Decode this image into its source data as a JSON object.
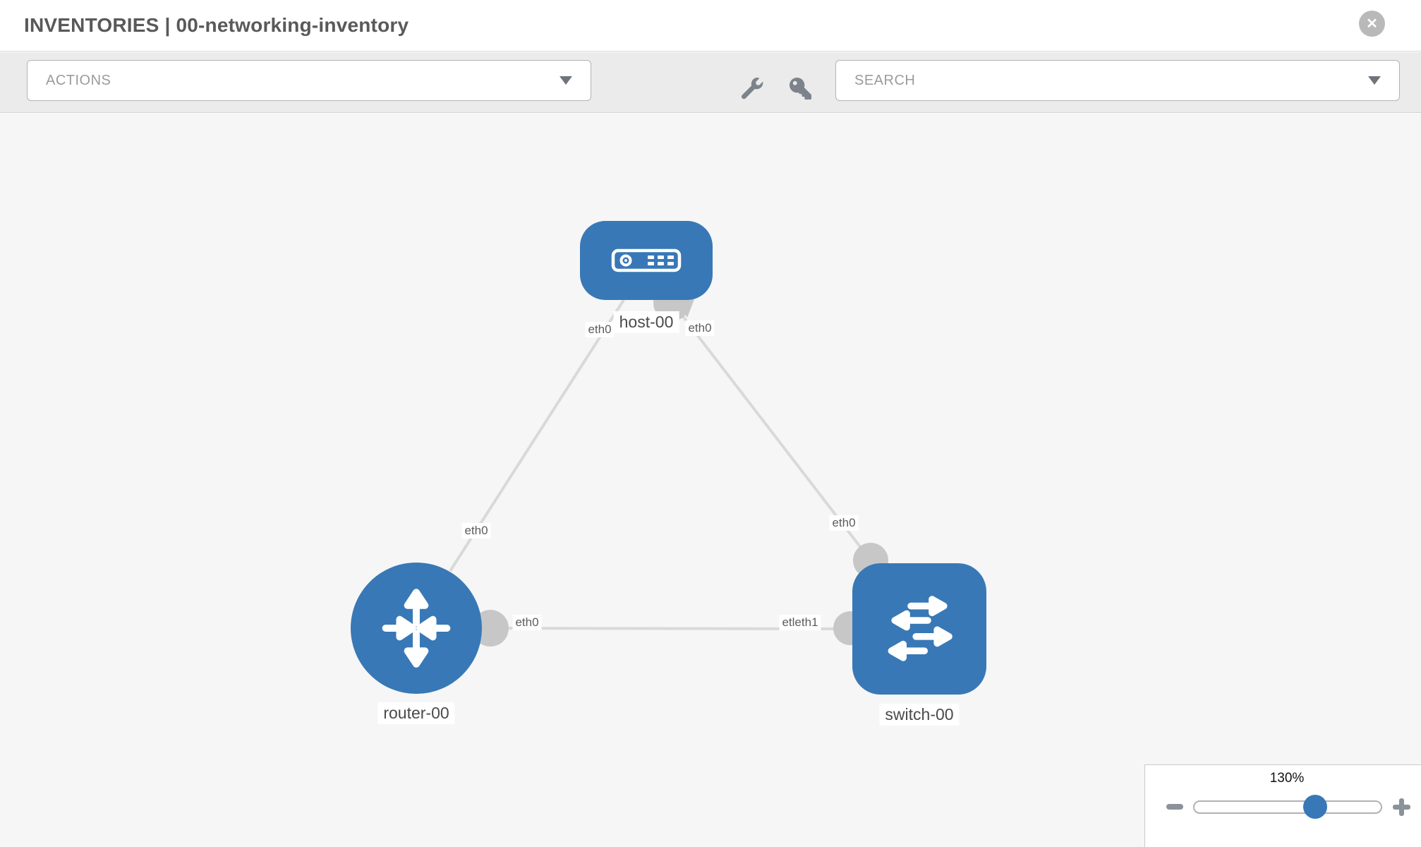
{
  "header": {
    "title": "INVENTORIES | 00-networking-inventory",
    "close_glyph": "✕"
  },
  "toolbar": {
    "actions_label": "ACTIONS",
    "search_label": "SEARCH",
    "icons": {
      "left_tool": "wrench-icon",
      "right_tool": "key-icon",
      "dropdown_caret": "chevron-down-icon"
    }
  },
  "topology": {
    "nodes": [
      {
        "label": "host-00",
        "type": "host",
        "icon": "host-icon"
      },
      {
        "label": "router-00",
        "type": "router",
        "icon": "router-icon"
      },
      {
        "label": "switch-00",
        "type": "switch",
        "icon": "switch-icon"
      }
    ],
    "port_labels": {
      "host_left": "eth0",
      "host_right": "eth0",
      "host_router_mid": "eth0",
      "host_switch_mid": "eth0",
      "router_switch_left": "eth0",
      "router_switch_right": "etleth1"
    },
    "colors": {
      "node_blue": "#3878b6",
      "link_gray": "#d9d9d9",
      "port_gray": "#c7c7c7",
      "canvas_bg": "#f6f6f6"
    }
  },
  "zoom_panel": {
    "level": "130%",
    "value_percent": 130,
    "icons": {
      "out": "minus-icon",
      "in": "plus-icon"
    }
  }
}
